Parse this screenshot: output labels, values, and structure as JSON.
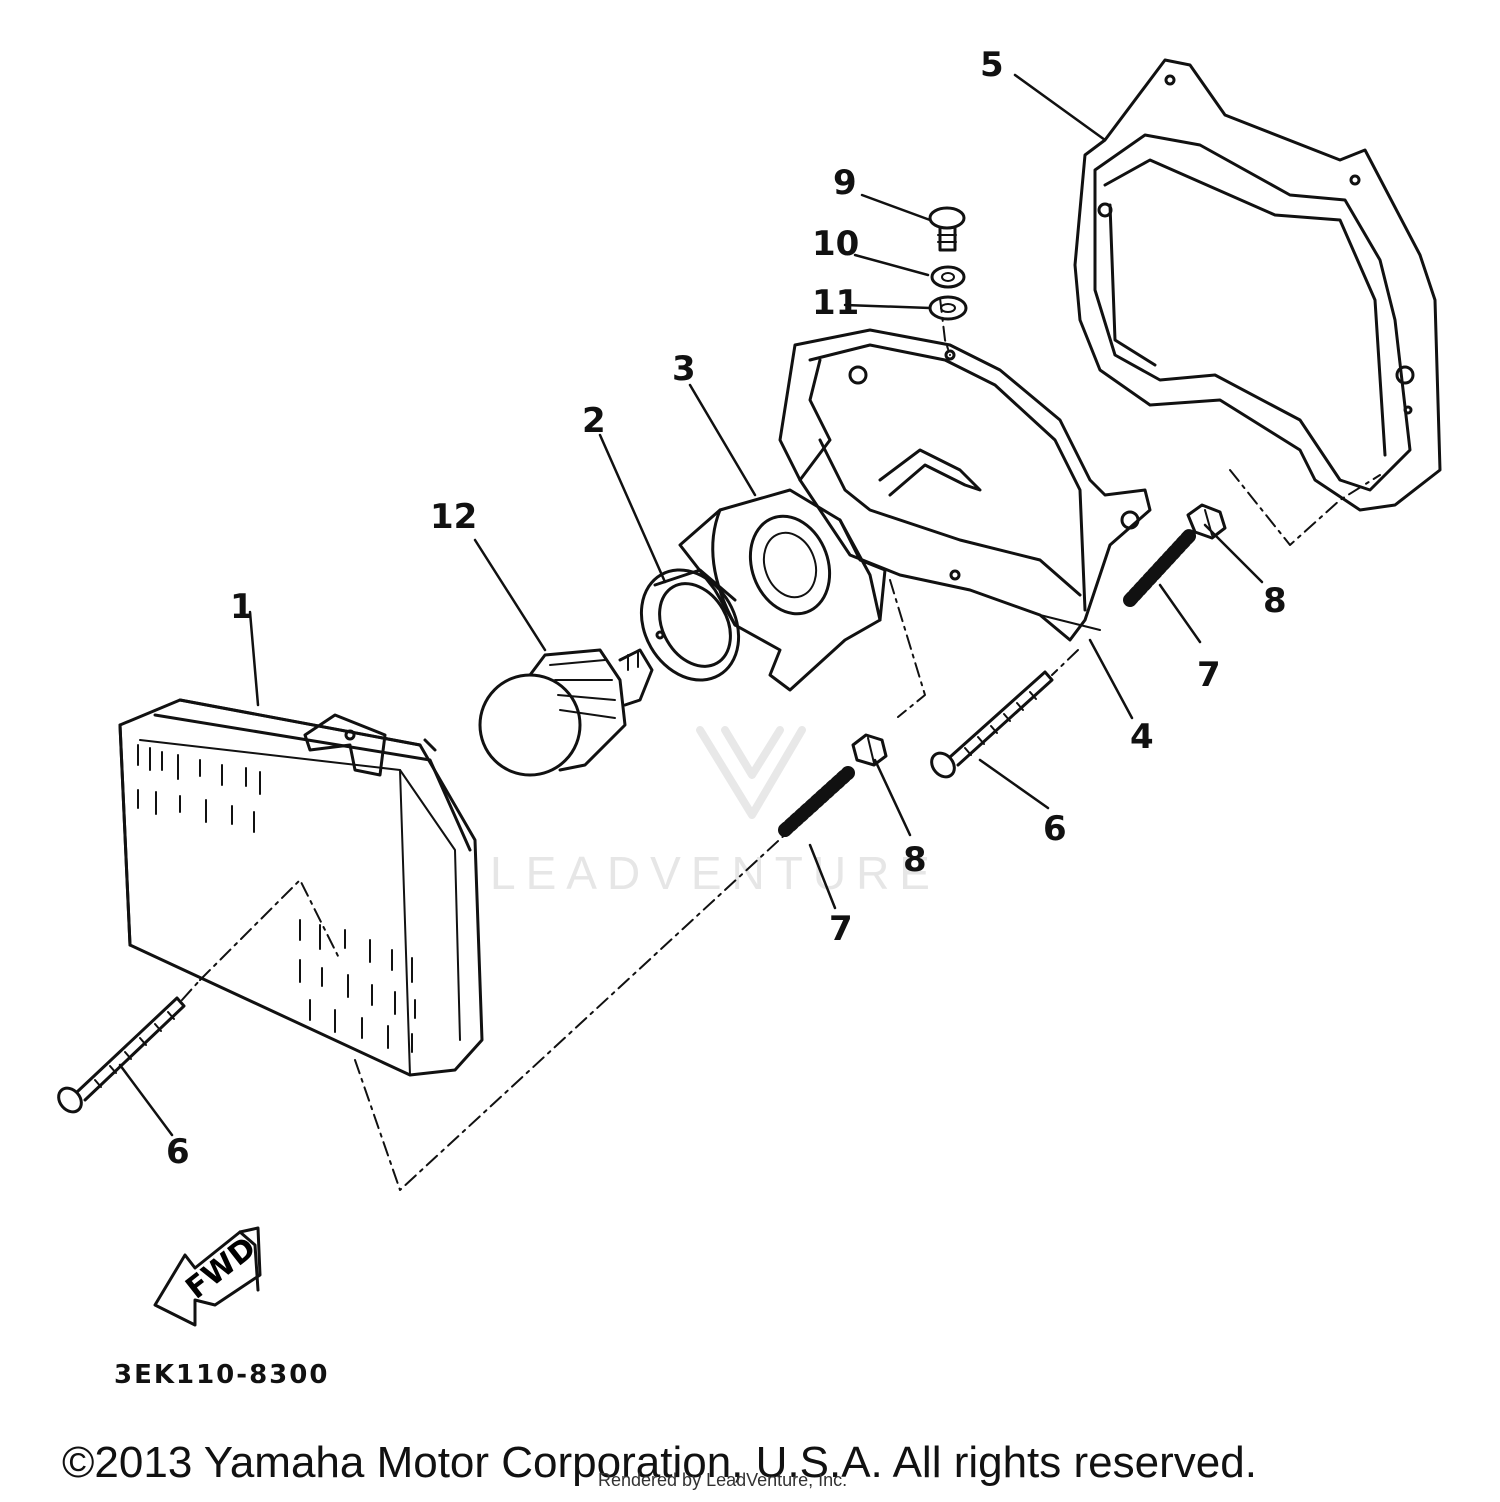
{
  "callouts": [
    {
      "id": "1",
      "label": "1"
    },
    {
      "id": "2",
      "label": "2"
    },
    {
      "id": "3",
      "label": "3"
    },
    {
      "id": "4",
      "label": "4"
    },
    {
      "id": "5",
      "label": "5"
    },
    {
      "id": "6a",
      "label": "6"
    },
    {
      "id": "6b",
      "label": "6"
    },
    {
      "id": "7a",
      "label": "7"
    },
    {
      "id": "7b",
      "label": "7"
    },
    {
      "id": "8a",
      "label": "8"
    },
    {
      "id": "8b",
      "label": "8"
    },
    {
      "id": "9",
      "label": "9"
    },
    {
      "id": "10",
      "label": "10"
    },
    {
      "id": "11",
      "label": "11"
    },
    {
      "id": "12",
      "label": "12"
    }
  ],
  "fwd_arrow_label": "FWD",
  "diagram_code": "3EK110-8300",
  "copyright": "©2013 Yamaha Motor Corporation, U.S.A. All rights reserved.",
  "rendered_by": "Rendered by LeadVenture, Inc.",
  "watermark": "LEADVENTURE"
}
